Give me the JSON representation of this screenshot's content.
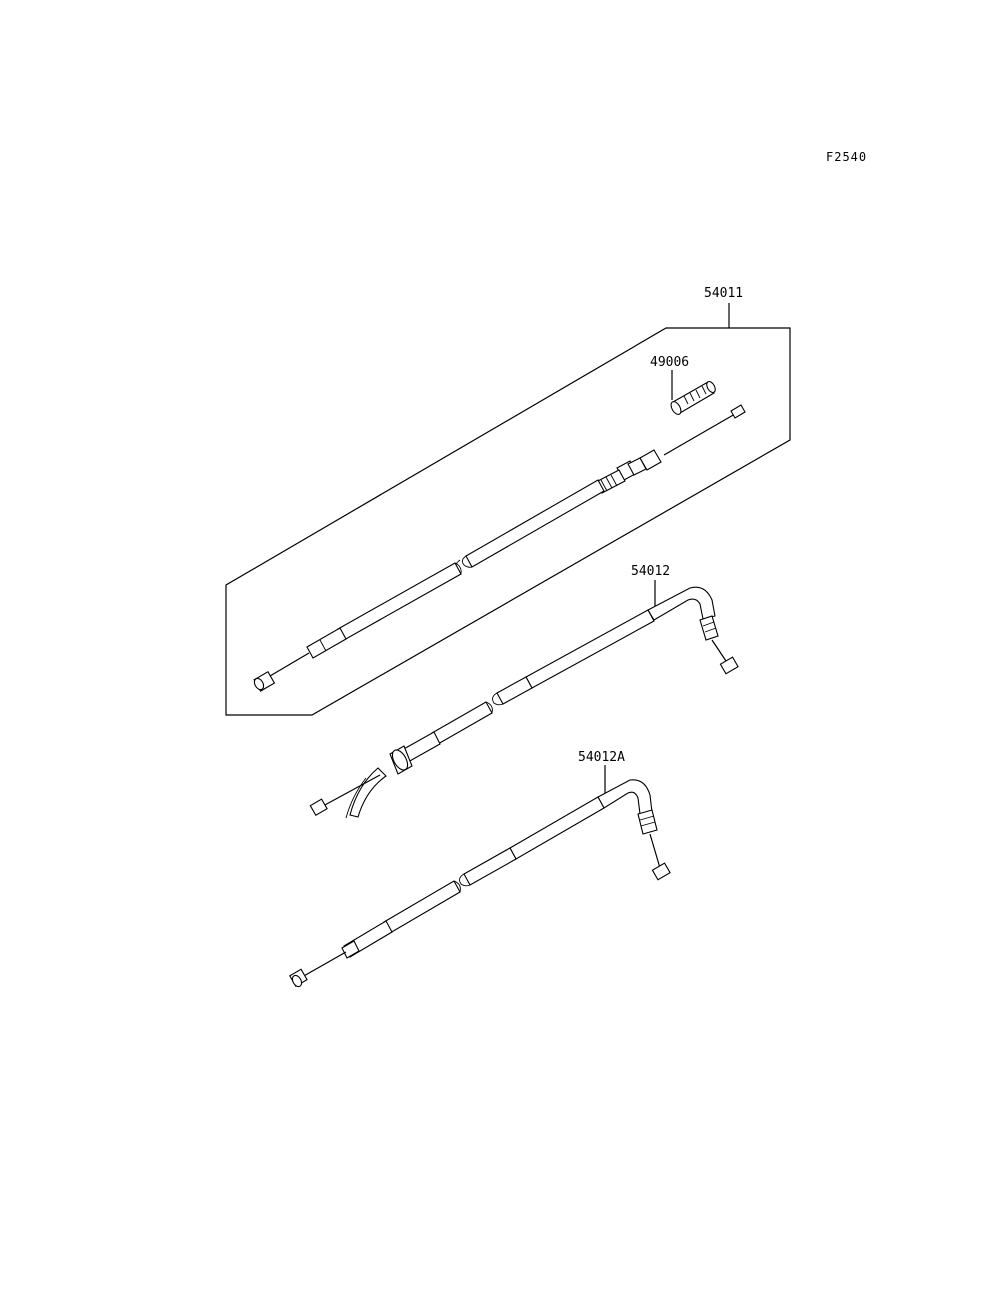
{
  "diagram": {
    "sheet_code": "F2540",
    "callouts": [
      {
        "id": "c1",
        "label": "54011"
      },
      {
        "id": "c2",
        "label": "49006"
      },
      {
        "id": "c3",
        "label": "54012"
      },
      {
        "id": "c4",
        "label": "54012A"
      }
    ]
  }
}
